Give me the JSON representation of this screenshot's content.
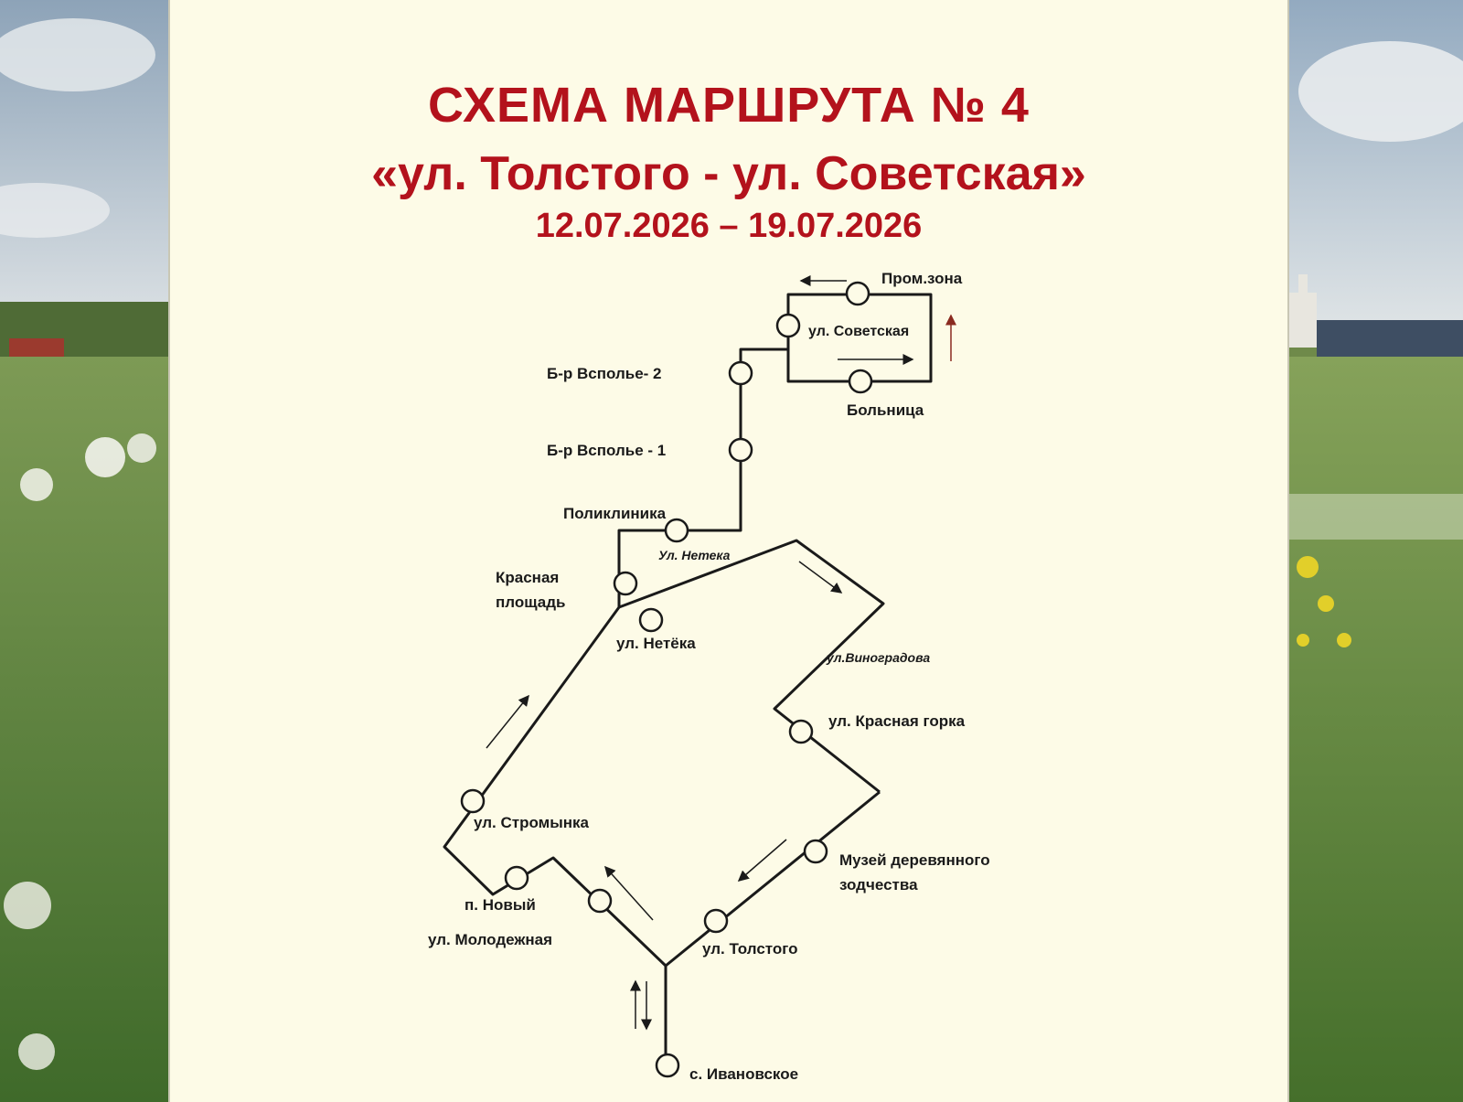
{
  "title": {
    "line1": "СХЕМА МАРШРУТА № 4",
    "line2": "«ул. Толстого - ул. Советская»",
    "dates": "12.07.2026 – 19.07.2026"
  },
  "stops": {
    "promzona": "Пром.зона",
    "sovetskaya": "ул. Советская",
    "bolnitsa": "Больница",
    "vspole2": "Б-р Всполье- 2",
    "vspole1": "Б-р Всполье - 1",
    "poliklinika": "Поликлиника",
    "krasnaya_1": "Красная",
    "krasnaya_2": "площадь",
    "neteka": "ул. Нетёка",
    "krasnaya_gorka": "ул. Красная горка",
    "muzei_1": "Музей деревянного",
    "muzei_2": "зодчества",
    "tolstogo": "ул. Толстого",
    "molodezhnaya": "ул. Молодежная",
    "noviy": "п. Новый",
    "stromynka": "ул. Стромынка",
    "ivanovskoe": "с. Ивановское"
  },
  "streets": {
    "neteka": "Ул. Нетека",
    "vinogradova": "ул.Виноградова"
  },
  "colors": {
    "title": "#b3121c",
    "line": "#1a1a1a",
    "poster": "#fdfbe7",
    "arrow_up": "#8a2a20"
  }
}
